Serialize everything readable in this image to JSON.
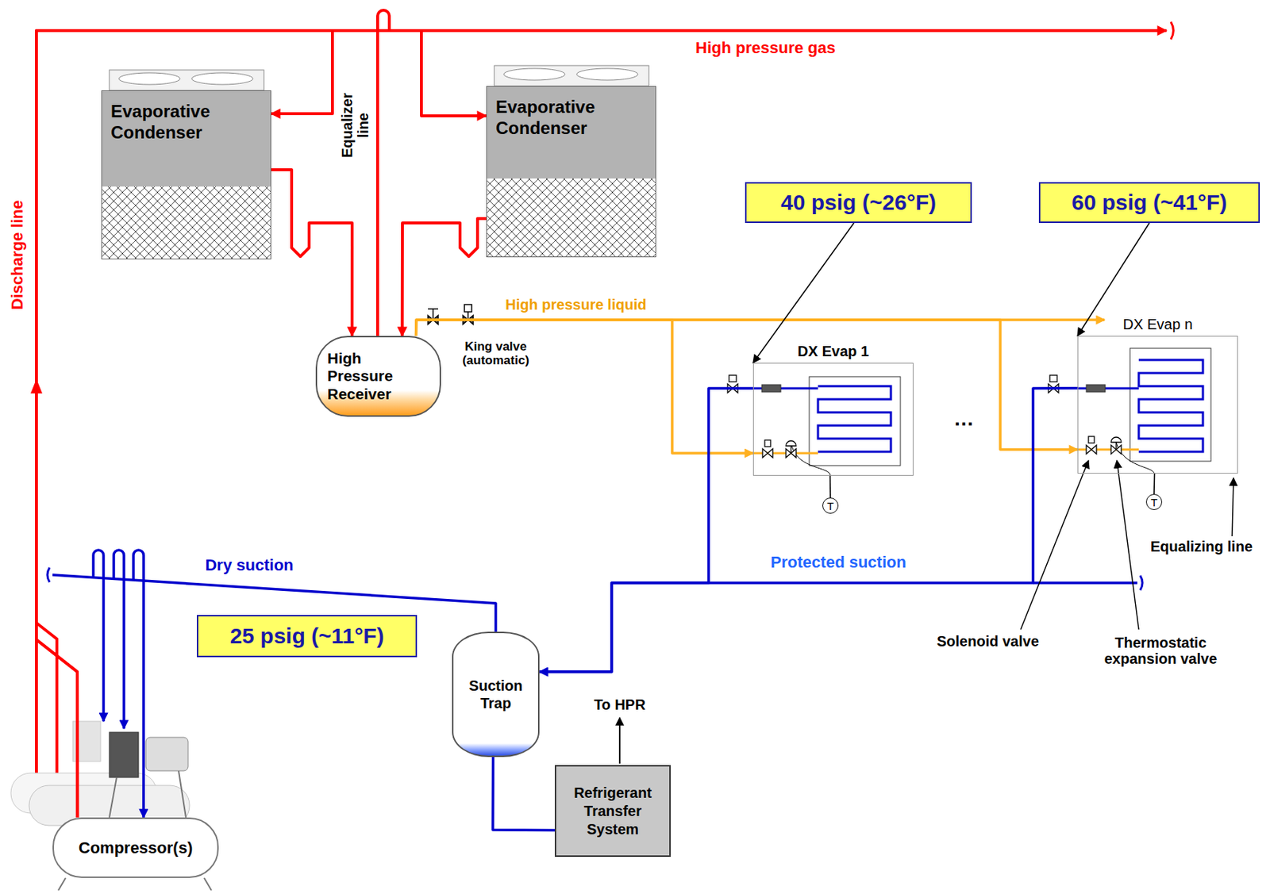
{
  "diagram": {
    "nodes": [
      {
        "text": [
          "Evaporative Condenser"
        ]
      },
      {
        "text": [
          "Evaporative Condenser"
        ]
      },
      {
        "text": [
          "40 psig (~26°F)"
        ]
      },
      {
        "text": [
          "60 psig (~41°F)"
        ]
      },
      {
        "text": [
          "High Pressure Receiver"
        ]
      },
      {
        "text": [
          "DX Evap 1"
        ]
      },
      {
        "text": [
          "DX Evap n"
        ]
      },
      {
        "text": [
          "T"
        ]
      },
      {
        "text": [
          "T"
        ]
      },
      {
        "text": [
          "25 psig (~11°F)"
        ]
      },
      {
        "text": [
          "Suction Trap"
        ]
      },
      {
        "text": [
          "Refrigerant Transfer System"
        ]
      },
      {
        "text": [
          "Compressor(s)"
        ]
      }
    ],
    "edges": [
      {
        "from": 12,
        "to": 0,
        "arrow": "to"
      },
      {
        "from": 12,
        "to": 1,
        "arrow": "to"
      },
      {
        "from": 0,
        "to": 4,
        "arrow": "to"
      },
      {
        "from": 1,
        "to": 4,
        "arrow": "to"
      },
      {
        "from": 4,
        "to": 5,
        "arrow": "to"
      },
      {
        "from": 4,
        "to": 6,
        "arrow": "to"
      },
      {
        "from": 2,
        "to": 5,
        "arrow": "to"
      },
      {
        "from": 3,
        "to": 6,
        "arrow": "to"
      },
      {
        "from": 7,
        "to": 5,
        "arrow": "none"
      },
      {
        "from": 8,
        "to": 6,
        "arrow": "none"
      },
      {
        "from": 5,
        "to": 10,
        "arrow": "to"
      },
      {
        "from": 6,
        "to": 10,
        "arrow": "to"
      },
      {
        "from": 10,
        "to": 12,
        "arrow": "to"
      },
      {
        "from": 10,
        "to": 11,
        "arrow": "none"
      }
    ],
    "labels": [
      "High pressure gas",
      "Discharge line",
      "Equalizer line",
      "King valve (automatic)",
      "High pressure liquid",
      "…",
      "Dry suction",
      "Protected suction",
      "To HPR",
      "Solenoid valve",
      "Thermostatic expansion valve",
      "Equalizing line"
    ]
  }
}
